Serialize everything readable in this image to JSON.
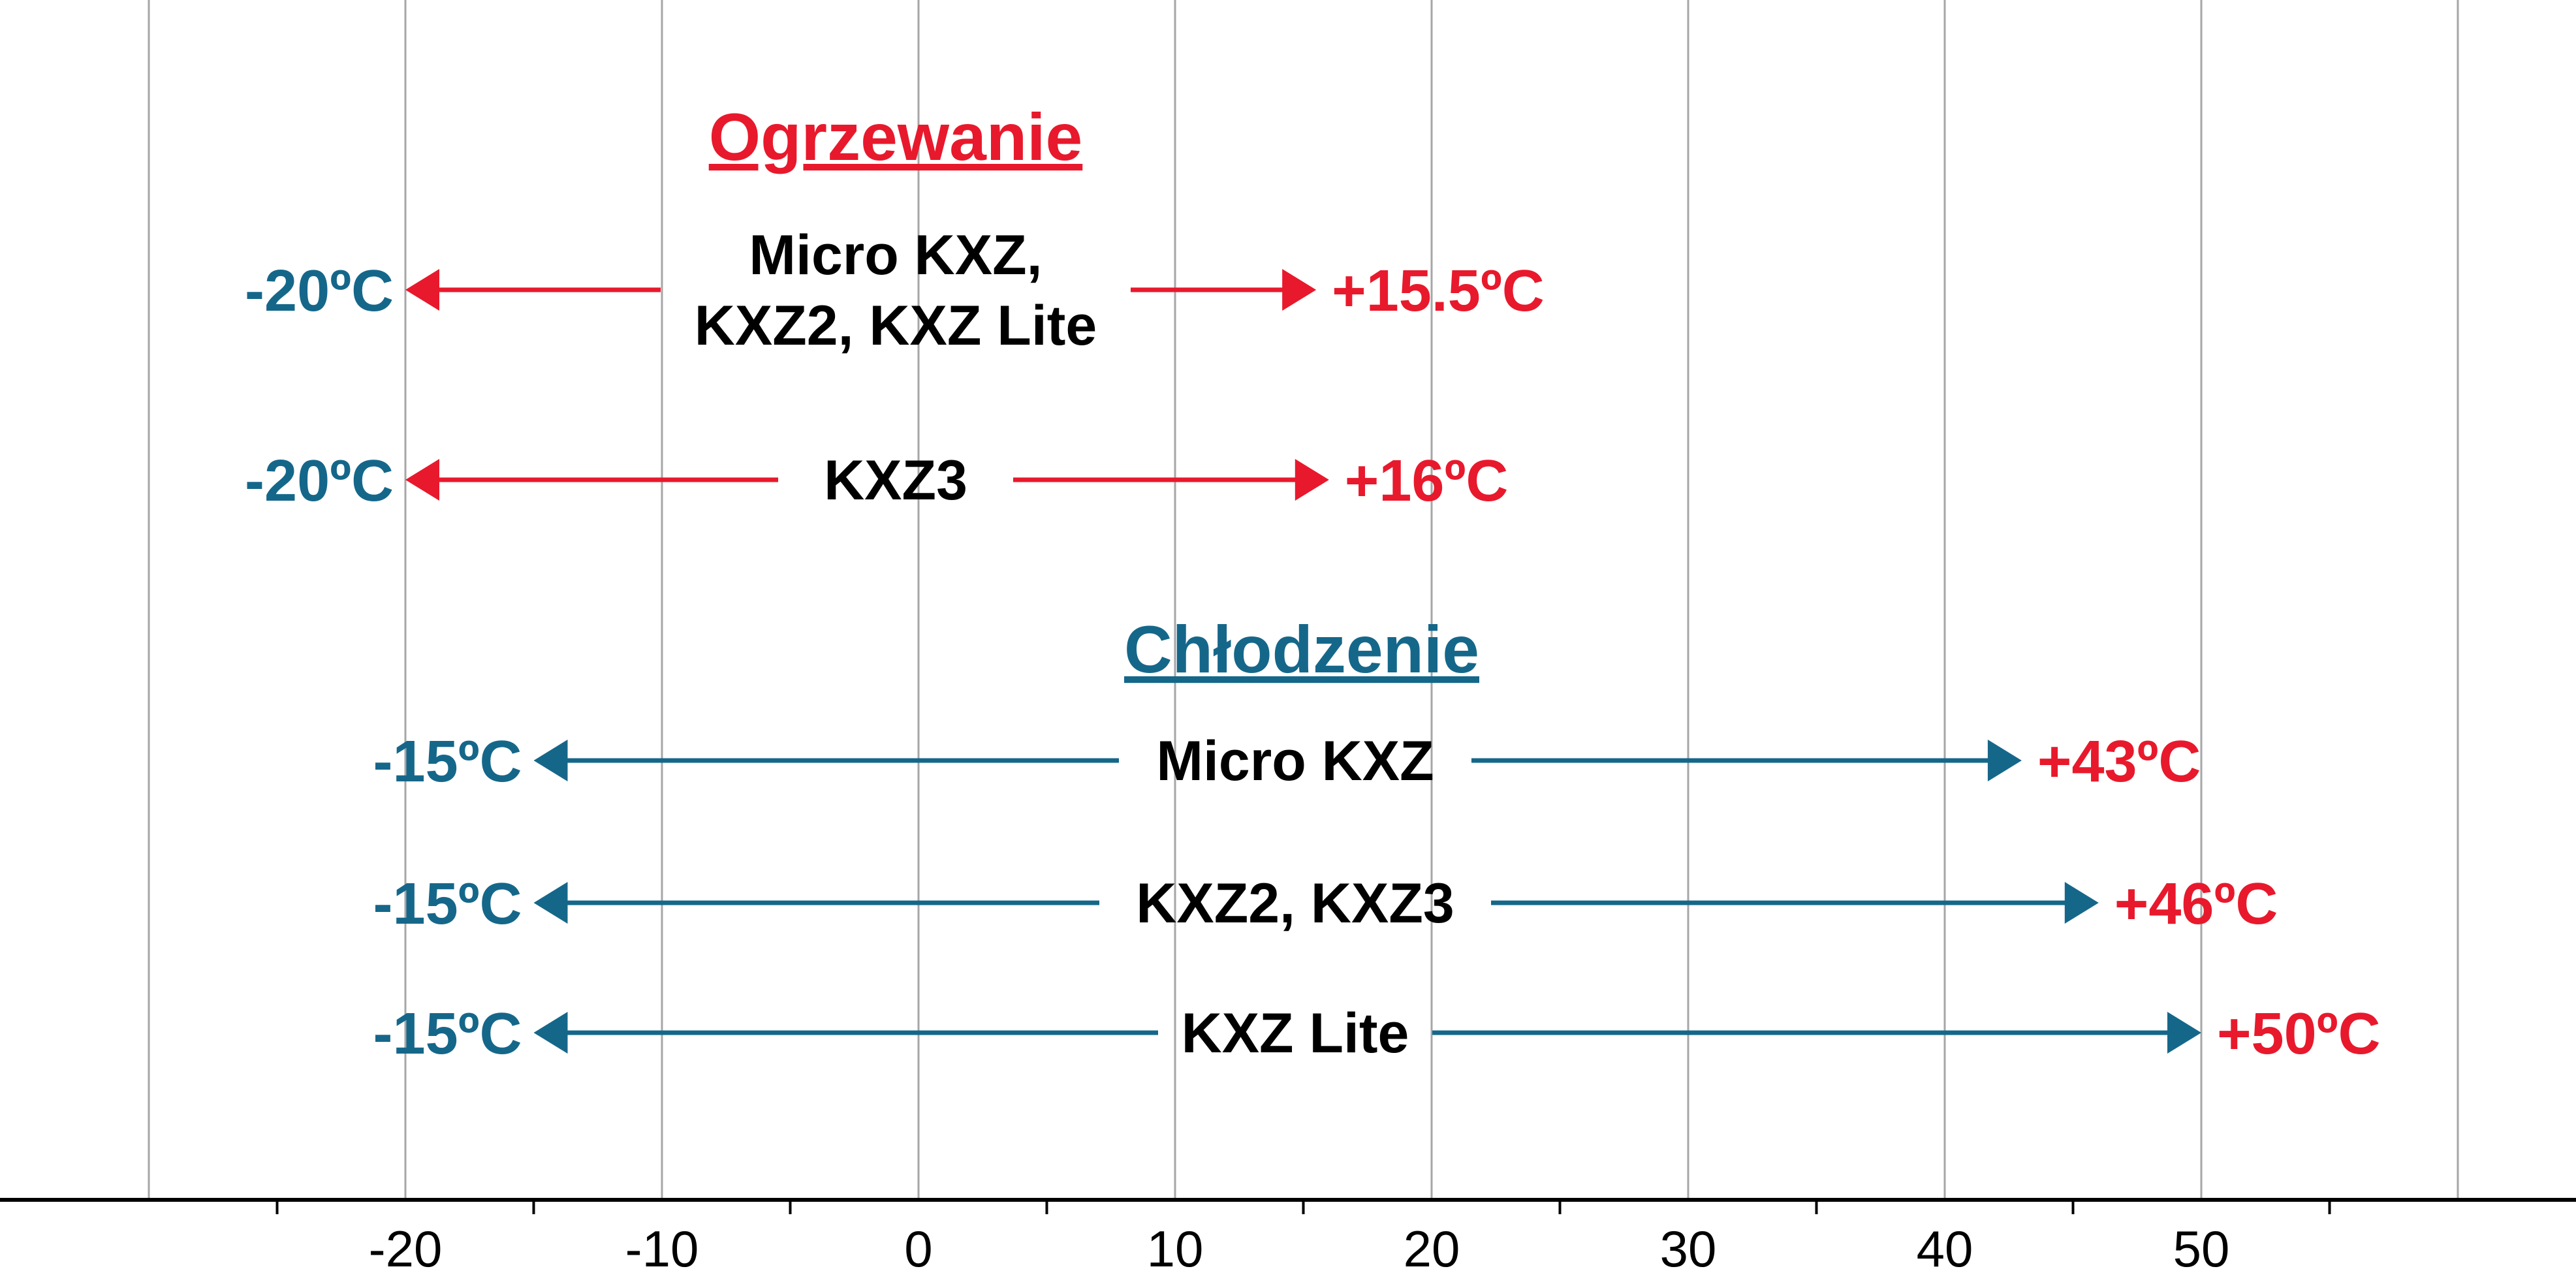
{
  "chart_data": {
    "type": "range-arrows",
    "x_axis": {
      "ticks": [
        -20,
        -10,
        0,
        10,
        20,
        30,
        40,
        50
      ],
      "tick_labels": [
        "-20",
        "-10",
        "0",
        "10",
        "20",
        "30",
        "40",
        "50"
      ],
      "xlim": [
        -30,
        60
      ],
      "grid": true
    },
    "colors": {
      "heating": "#e8192c",
      "cooling": "#15678a",
      "grid": "#a6a6a6",
      "axis": "#000000"
    },
    "sections": [
      {
        "title": "Ogrzewanie",
        "title_color": "#e8192c",
        "arrow_color": "#e8192c",
        "ranges": [
          {
            "model_lines": [
              "Micro KXZ,",
              "KXZ2, KXZ Lite"
            ],
            "min": -20,
            "max": 15.5,
            "min_label": "-20ºC",
            "max_label": "+15.5ºC",
            "min_color": "#15678a",
            "max_color": "#e8192c"
          },
          {
            "model_lines": [
              "KXZ3"
            ],
            "min": -20,
            "max": 16,
            "min_label": "-20ºC",
            "max_label": "+16ºC",
            "min_color": "#15678a",
            "max_color": "#e8192c"
          }
        ]
      },
      {
        "title": "Chłodzenie",
        "title_color": "#15678a",
        "arrow_color": "#15678a",
        "ranges": [
          {
            "model_lines": [
              "Micro KXZ"
            ],
            "min": -15,
            "max": 43,
            "min_label": "-15ºC",
            "max_label": "+43ºC",
            "min_color": "#15678a",
            "max_color": "#e8192c"
          },
          {
            "model_lines": [
              "KXZ2, KXZ3"
            ],
            "min": -15,
            "max": 46,
            "min_label": "-15ºC",
            "max_label": "+46ºC",
            "min_color": "#15678a",
            "max_color": "#e8192c"
          },
          {
            "model_lines": [
              "KXZ Lite"
            ],
            "min": -15,
            "max": 50,
            "min_label": "-15ºC",
            "max_label": "+50ºC",
            "min_color": "#15678a",
            "max_color": "#e8192c"
          }
        ]
      }
    ]
  }
}
